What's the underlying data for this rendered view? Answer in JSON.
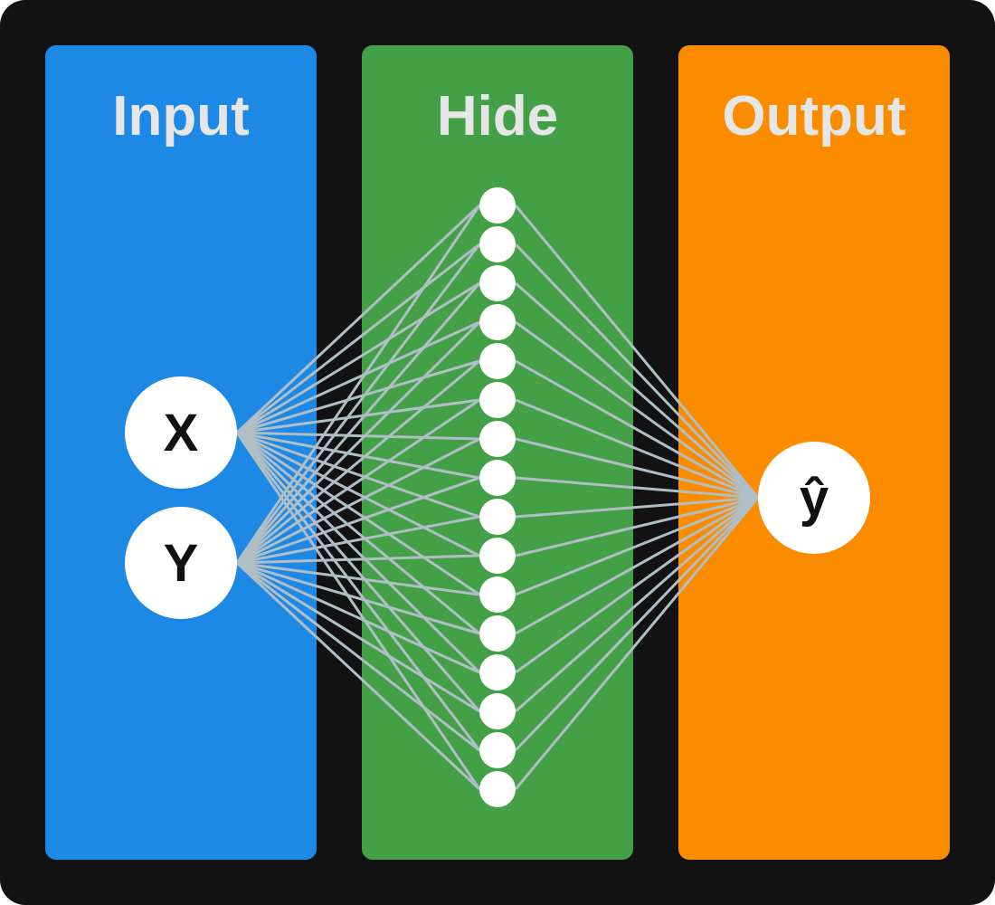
{
  "colors": {
    "background": "#121212",
    "input_panel": "#1E88E5",
    "hidden_panel": "#43A047",
    "output_panel": "#FB8C00",
    "edge": "#B0BEC5",
    "node": "#FFFFFF",
    "title_text": "#E6E6E6"
  },
  "layers": {
    "input": {
      "title": "Input",
      "nodes": [
        "X",
        "Y"
      ]
    },
    "hidden": {
      "title": "Hide",
      "node_count": 16
    },
    "output": {
      "title": "Output",
      "nodes": [
        "ŷ"
      ]
    }
  },
  "connections": "fully-connected"
}
